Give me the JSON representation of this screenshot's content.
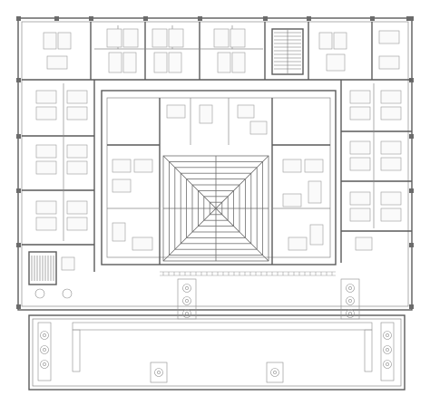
{
  "drawing": {
    "kind": "architectural floor plan",
    "features": [
      "hotel-rooms-ring",
      "central-pyramid-skylight",
      "stairwell-northeast",
      "stairwell-southwest",
      "landscaped-courtyard-south"
    ],
    "colors": {
      "line": "#5a5a5a",
      "background": "#ffffff",
      "column": "#6b6b6b"
    }
  }
}
